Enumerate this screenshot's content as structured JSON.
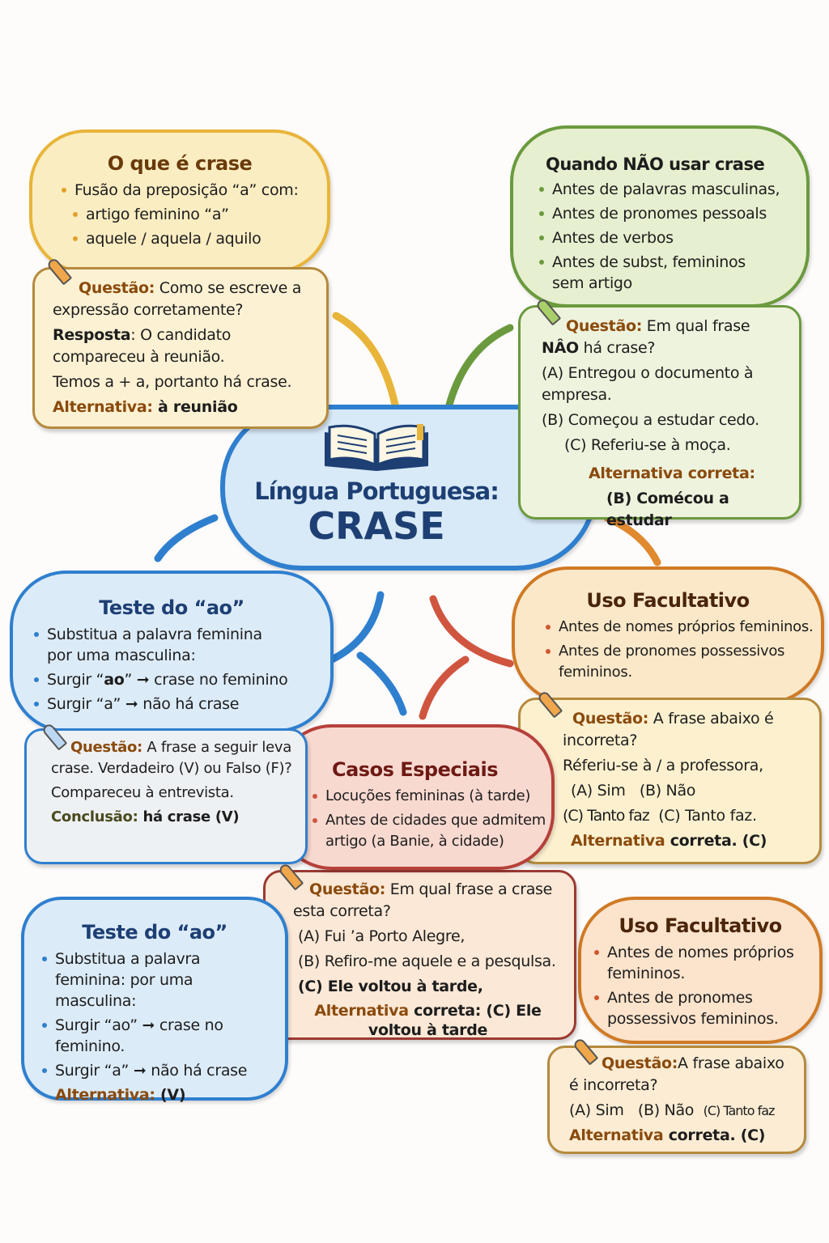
{
  "center": {
    "line1": "Língua Portuguesa:",
    "line2": "CRASE",
    "icon": "open-book-icon"
  },
  "colors": {
    "yellow": "#e8b53a",
    "green": "#6b9a3e",
    "blue": "#2f7fcf",
    "orange": "#e0892f",
    "red": "#b6413a",
    "navy": "#1d3f73"
  },
  "o_que_e": {
    "title": "O que é crase",
    "bullets": [
      "Fusão da preposição “a” com:",
      "artigo feminino “a”",
      "aquele / aquela / aquilo"
    ],
    "q_label": "Questão:",
    "q_text": " Como se escreve a expressão corretamente?",
    "r_label": "Resposta",
    "r_text": ": O candidato compareceu à reunião.",
    "extra": "Temos a + a, portanto há crase.",
    "alt_label": "Alternativa:",
    "alt_text": " à reunião"
  },
  "nao_usar": {
    "title": "Quando NÃO usar crase",
    "bullets": [
      "Antes de palavras masculinas,",
      "Antes de pronomes pessoals",
      "Antes de verbos",
      "Antes de subst, femininos sem artigo"
    ],
    "q_label": "Questão:",
    "q_text": " Em qual frase",
    "q_text2": "NÂO",
    "q_text3": " há crase?",
    "options": [
      "(A) Entregou o documento à empresa.",
      "(B) Começou a estudar cedo.",
      "(C) Referiu-se à moça."
    ],
    "alt_label": "Alternativa correta:",
    "alt_text": "(B) Comécou a estudar"
  },
  "teste_ao": {
    "title": "Teste do “ao”",
    "b1": "Substitua a palavra feminina por uma masculina:",
    "b2a": "Surgir “",
    "b2b": "ao",
    "b2c": "” ➞ crase no feminino",
    "b3": "Surgir “a” ➞ não há crase",
    "q_label": "Questão:",
    "q_text": " A frase a seguir leva crase. Verdadeiro (V) ou Falso (F)?",
    "sentence": "Compareceu à entrevista.",
    "c_label": "Conclusão:",
    "c_text": " há crase (V)"
  },
  "uso_facultativo": {
    "title": "Uso Facultativo",
    "bullets": [
      "Antes de nomes próprios femininos.",
      "Antes de pronomes possessivos femininos."
    ],
    "q_label": "Questão:",
    "q_text": " A frase abaixo é incorreta?",
    "sentence": "Réferiu-se à / a professora,",
    "options1": [
      "(A) Sim",
      "(B) Não"
    ],
    "options2": [
      "(C) Tanto faz",
      "(C) Tanto faz."
    ],
    "alt_label": "Alternativa",
    "alt_text": " correta. (C)"
  },
  "casos_especiais": {
    "title": "Casos Especiais",
    "bullets": [
      "Locuções femininas (à tarde)",
      "Antes de cidades que admitem artigo (a Banie, à cidade)"
    ],
    "q_label": "Questão:",
    "q_text": " Em qual frase a crase esta correta?",
    "options": [
      "(A) Fui ’a Porto Alegre,",
      "(B) Refiro-me aquele e a pesqulsa.",
      "(C) Ele voltou à tarde,"
    ],
    "alt_label": "Alternativa",
    "alt_text": " correta: (C) Ele voltou à tarde"
  },
  "teste_ao_2": {
    "title": "Teste do “ao”",
    "bullets": [
      "Substitua a palavra feminina: por uma masculina:",
      "Surgir “ao” ➞ crase no feminino.",
      "Surgir “a” ➞ não há crase"
    ],
    "alt_label": "Alternativa:",
    "alt_text": " (V)"
  },
  "uso_facultativo_2": {
    "title": "Uso Facultativo",
    "bullets": [
      "Antes de nomes próprios femininos.",
      "Antes de pronomes possessivos femininos."
    ],
    "q_label": "Questão:",
    "q_text": "A frase abaixo é incorreta?",
    "options": [
      "(A) Sim",
      "(B) Não",
      "(C) Tanto faz"
    ],
    "alt_label": "Alternativa",
    "alt_text": " correta. (C)"
  }
}
